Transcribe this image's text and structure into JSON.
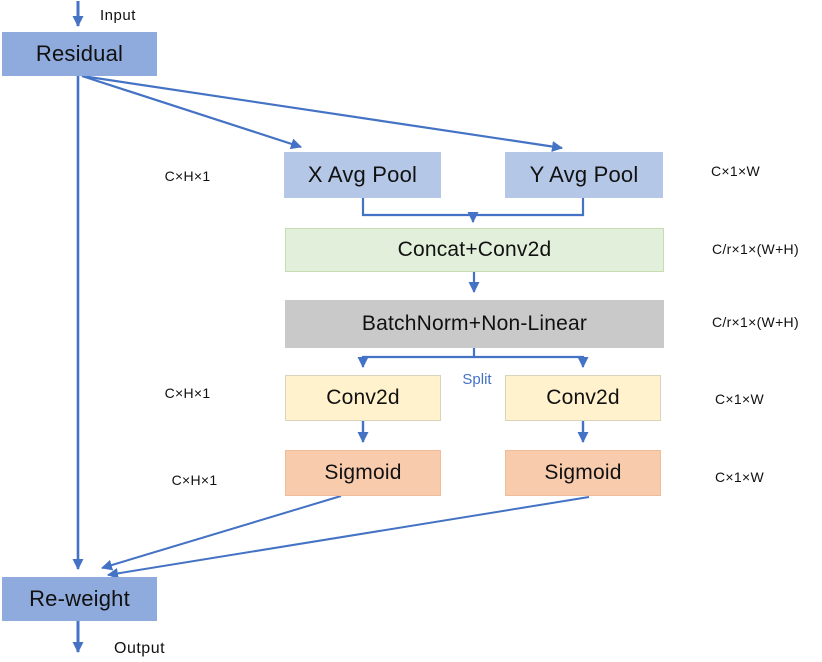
{
  "nodes": {
    "residual": "Residual",
    "x_avg_pool": "X Avg Pool",
    "y_avg_pool": "Y Avg Pool",
    "concat_conv": "Concat+Conv2d",
    "batchnorm": "BatchNorm+Non-Linear",
    "conv2d_left": "Conv2d",
    "conv2d_right": "Conv2d",
    "sigmoid_left": "Sigmoid",
    "sigmoid_right": "Sigmoid",
    "reweight": "Re-weight"
  },
  "labels": {
    "input": "Input",
    "output": "Output",
    "split": "Split",
    "dim_pool_left": "C×H×1",
    "dim_pool_right": "C×1×W",
    "dim_concat": "C/r×1×(W+H)",
    "dim_batchnorm": "C/r×1×(W+H)",
    "dim_conv_left": "C×H×1",
    "dim_conv_right": "C×1×W",
    "dim_sigmoid_left": "C×H×1",
    "dim_sigmoid_right": "C×1×W"
  },
  "colors": {
    "arrow": "#4472C4",
    "residual_fill": "#8FAADC",
    "pool_fill": "#B4C7E7",
    "concat_fill": "#E2EFDA",
    "batchnorm_fill": "#C9C9C9",
    "conv_fill": "#FFF2CC",
    "sigmoid_fill": "#F8CBAD",
    "text": "#111111"
  }
}
